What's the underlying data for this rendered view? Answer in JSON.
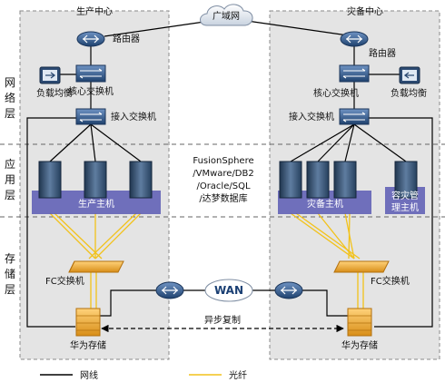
{
  "sites": {
    "left_title": "生产中心",
    "right_title": "灾备中心"
  },
  "layers": {
    "network": [
      "网",
      "络",
      "层"
    ],
    "app": [
      "应",
      "用",
      "层"
    ],
    "storage": [
      "存",
      "储",
      "层"
    ]
  },
  "cloud_label": "广域网",
  "wan_label": "WAN",
  "left": {
    "router": "路由器",
    "load_balancer": "负载均衡",
    "core_switch": "核心交换机",
    "access_switch": "接入交换机",
    "hosts": "生产主机",
    "fc_switch": "FC交换机",
    "storage": "华为存储"
  },
  "right": {
    "router": "路由器",
    "load_balancer": "负载均衡",
    "core_switch": "核心交换机",
    "access_switch": "接入交换机",
    "hosts": "灾备主机",
    "dr_mgmt_host_line1": "容灾管",
    "dr_mgmt_host_line2": "理主机",
    "fc_switch": "FC交换机",
    "storage": "华为存储"
  },
  "middle_text": [
    "FusionSphere",
    "/VMware/DB2",
    "/Oracle/SQL",
    "/达梦数据库"
  ],
  "replication_label": "异步复制",
  "legend": {
    "network_line": "网线",
    "fiber": "光纤"
  },
  "colors": {
    "network_line": "#000000",
    "fiber": "#f2c21a",
    "host_band": "#5a5ab4",
    "zone_fill": "#e4e4e4",
    "router": "#2f5a92"
  }
}
